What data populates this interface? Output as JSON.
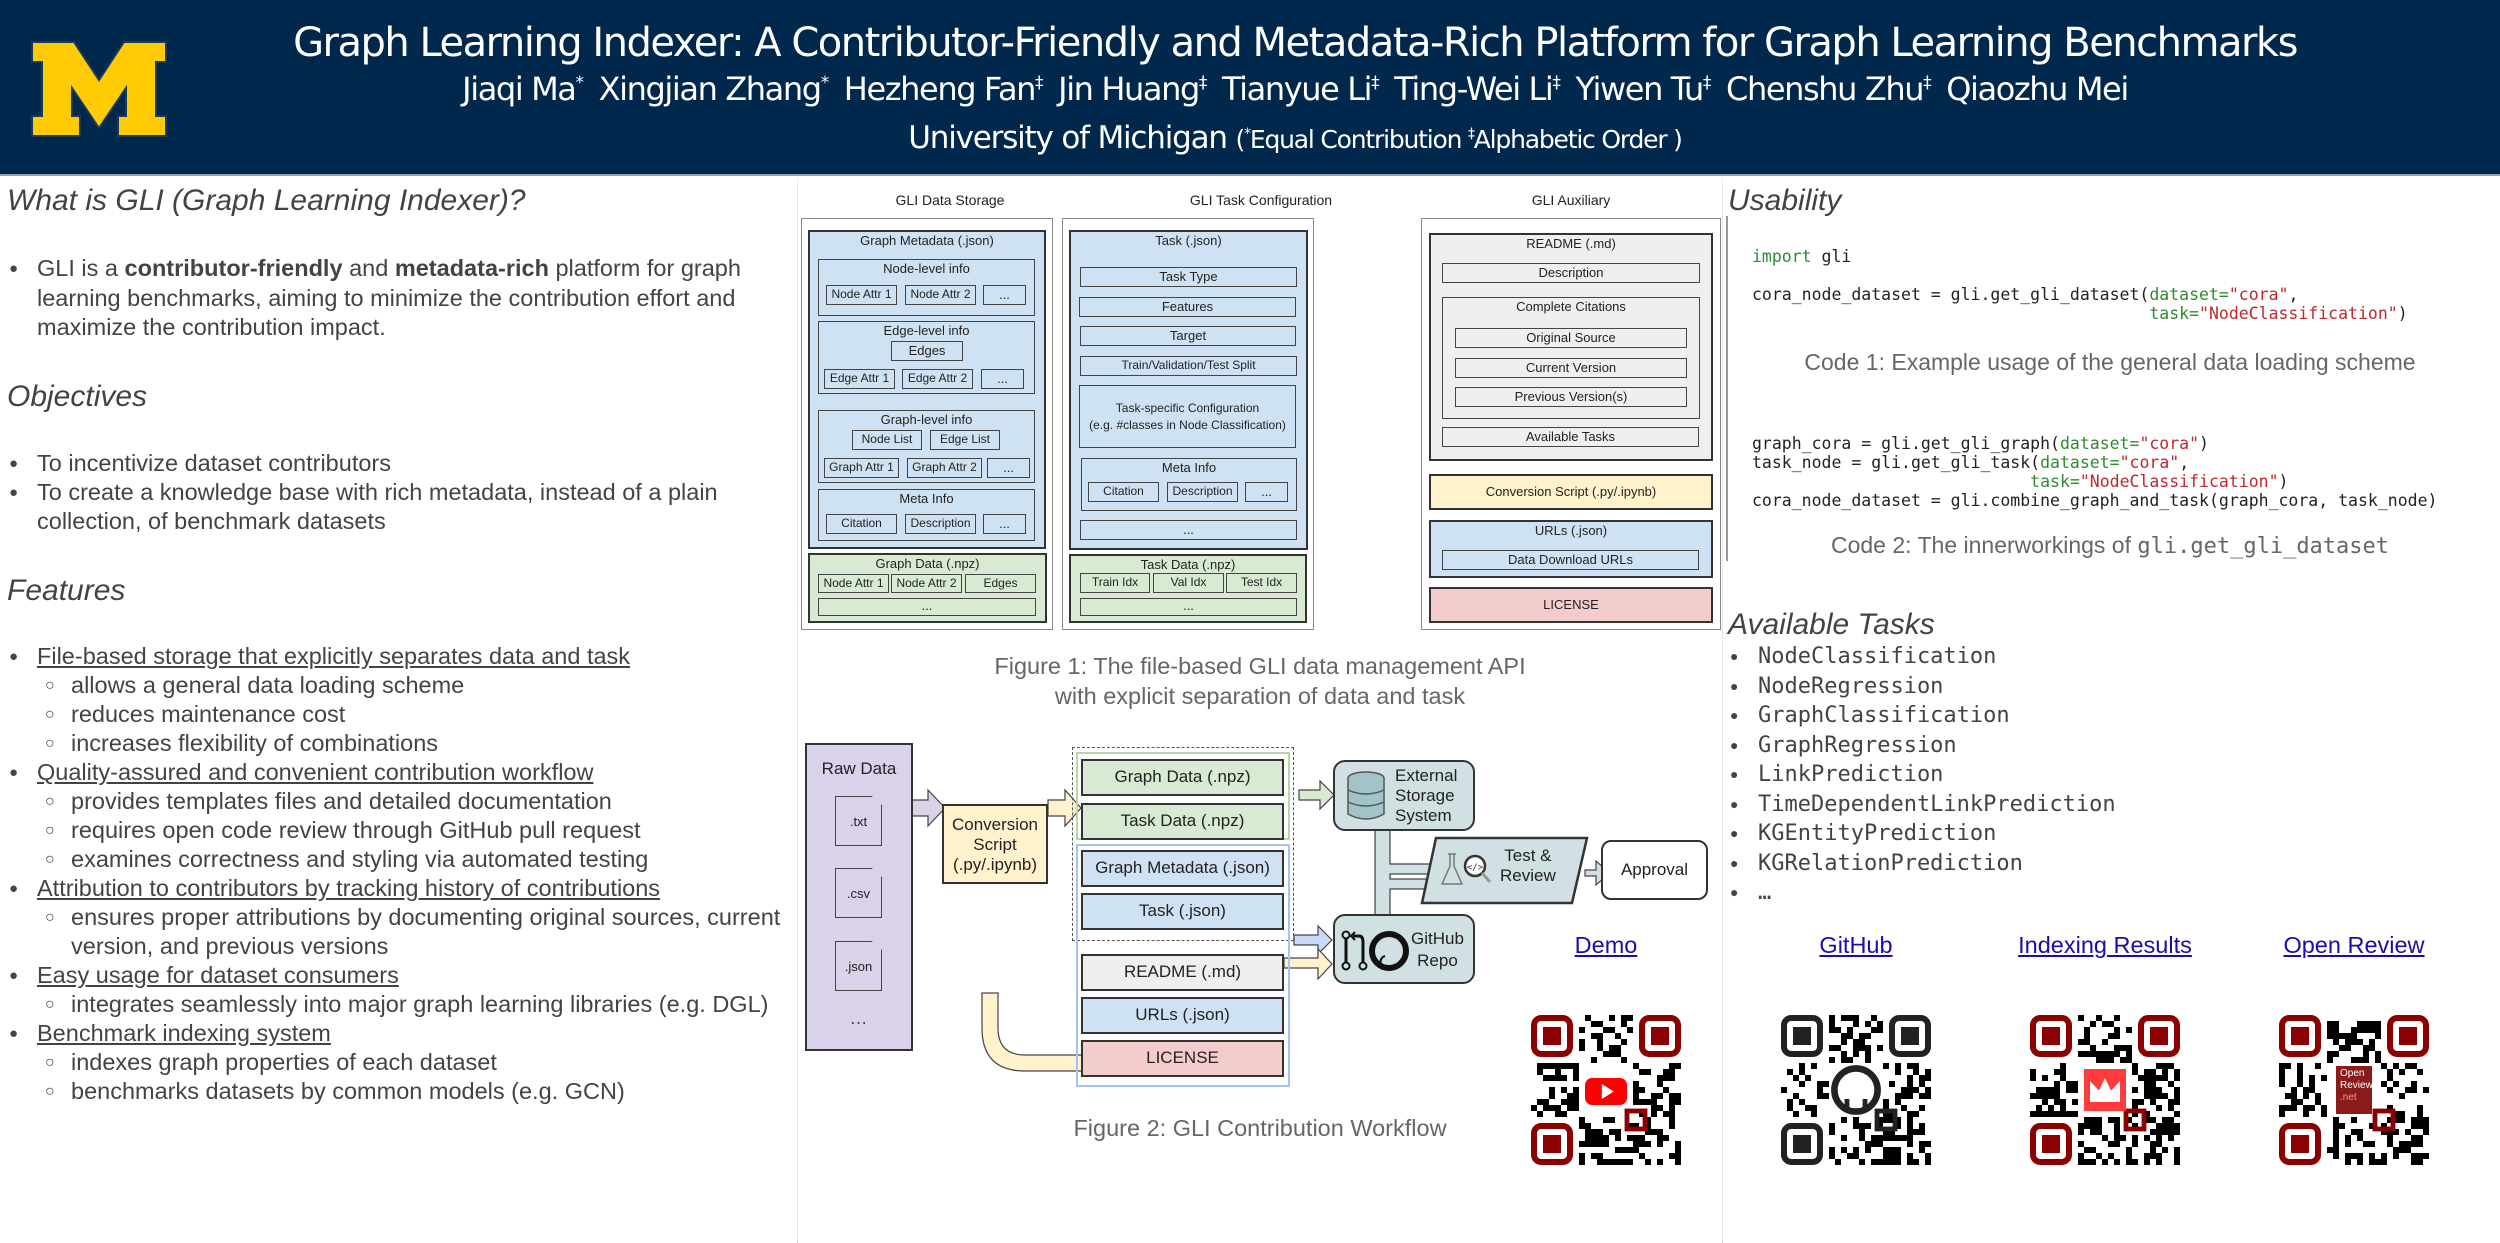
{
  "header": {
    "logo": "university-of-michigan-block-m",
    "title": "Graph Learning Indexer: A Contributor-Friendly and Metadata-Rich Platform for Graph Learning Benchmarks",
    "authors": [
      {
        "name": "Jiaqi Ma",
        "mark": "*"
      },
      {
        "name": "Xingjian Zhang",
        "mark": "*"
      },
      {
        "name": "Hezheng Fan",
        "mark": "‡"
      },
      {
        "name": "Jin Huang",
        "mark": "‡"
      },
      {
        "name": "Tianyue Li",
        "mark": "‡"
      },
      {
        "name": "Ting-Wei Li",
        "mark": "‡"
      },
      {
        "name": "Yiwen Tu",
        "mark": "‡"
      },
      {
        "name": "Chenshu Zhu",
        "mark": "‡"
      },
      {
        "name": "Qiaozhu Mei",
        "mark": ""
      }
    ],
    "affiliation": "University of Michigan",
    "note_open": "(",
    "note_star": "*",
    "note_equal": "Equal Contribution ",
    "note_dagger": "‡",
    "note_alpha": "Alphabetic Order )",
    "colors": {
      "background": "#00274c",
      "maize": "#ffcb05"
    }
  },
  "left": {
    "what_heading": "What is GLI (Graph Learning Indexer)?",
    "what_pre": "GLI is a ",
    "what_bold1": "contributor-friendly",
    "what_mid": " and ",
    "what_bold2": "metadata-rich",
    "what_post": " platform for graph learning benchmarks, aiming to minimize the contribution effort and maximize the contribution impact.",
    "objectives_heading": "Objectives",
    "objectives": [
      "To incentivize dataset contributors",
      "To create a knowledge base with rich metadata, instead of a plain collection, of benchmark datasets"
    ],
    "features_heading": "Features",
    "features": [
      {
        "title": "File-based storage that explicitly separates data and task",
        "subs": [
          "allows a general data loading scheme",
          "reduces maintenance cost",
          "increases flexibility of combinations"
        ]
      },
      {
        "title": "Quality-assured and convenient contribution workflow",
        "subs": [
          "provides templates files and detailed documentation",
          "requires open code review through GitHub pull request",
          "examines correctness and styling via automated testing"
        ]
      },
      {
        "title": "Attribution to contributors by tracking history of contributions",
        "subs": [
          "ensures proper attributions by documenting original sources, current version, and previous versions"
        ]
      },
      {
        "title": "Easy usage for dataset consumers",
        "subs": [
          "integrates seamlessly into major graph learning libraries (e.g. DGL)"
        ]
      },
      {
        "title": "Benchmark indexing system",
        "subs": [
          "indexes graph properties of each dataset",
          "benchmarks datasets by common models (e.g. GCN)"
        ]
      }
    ]
  },
  "figure1": {
    "storage": {
      "title": "GLI Data Storage",
      "metadata": "Graph Metadata (.json)",
      "node_level": "Node-level info",
      "node_attr1": "Node Attr 1",
      "node_attr2": "Node Attr 2",
      "ellipsis": "...",
      "edge_level": "Edge-level info",
      "edges": "Edges",
      "edge_attr1": "Edge Attr 1",
      "edge_attr2": "Edge Attr 2",
      "graph_level": "Graph-level info",
      "node_list": "Node List",
      "edge_list": "Edge List",
      "graph_attr1": "Graph Attr 1",
      "graph_attr2": "Graph Attr 2",
      "meta_info": "Meta Info",
      "citation": "Citation",
      "description": "Description",
      "graph_data": "Graph Data (.npz)",
      "gd_node_attr1": "Node Attr 1",
      "gd_node_attr2": "Node Attr 2",
      "gd_edges": "Edges"
    },
    "task": {
      "title": "GLI Task Configuration",
      "task_json": "Task (.json)",
      "task_type": "Task Type",
      "features": "Features",
      "target": "Target",
      "split": "Train/Validation/Test Split",
      "specific_1": "Task-specific Configuration",
      "specific_2": "(e.g. #classes in Node Classification)",
      "meta_info": "Meta Info",
      "citation": "Citation",
      "description": "Description",
      "ellipsis": "...",
      "task_data": "Task Data (.npz)",
      "train_idx": "Train Idx",
      "val_idx": "Val Idx",
      "test_idx": "Test Idx"
    },
    "aux": {
      "title": "GLI Auxiliary",
      "readme": "README (.md)",
      "description": "Description",
      "citations": "Complete Citations",
      "original": "Original Source",
      "current": "Current Version",
      "previous": "Previous Version(s)",
      "tasks": "Available Tasks",
      "script": "Conversion Script (.py/.ipynb)",
      "urls": "URLs (.json)",
      "download": "Data Download URLs",
      "license": "LICENSE"
    },
    "caption_1": "Figure 1: The file-based GLI data management API",
    "caption_2": "with explicit separation of data and task"
  },
  "figure2": {
    "raw_data": "Raw Data",
    "files": [
      ".txt",
      ".csv",
      ".json",
      "…"
    ],
    "conversion_1": "Conversion",
    "conversion_2": "Script",
    "conversion_3": "(.py/.ipynb)",
    "outputs": [
      {
        "label": "Graph Data (.npz)",
        "color": "#d9ead3"
      },
      {
        "label": "Task Data (.npz)",
        "color": "#d9ead3"
      },
      {
        "label": "Graph Metadata (.json)",
        "color": "#cfe2f3"
      },
      {
        "label": "Task (.json)",
        "color": "#cfe2f3"
      },
      {
        "label": "README (.md)",
        "color": "#efefef"
      },
      {
        "label": "URLs (.json)",
        "color": "#cfe2f3"
      },
      {
        "label": "LICENSE",
        "color": "#f4cccc"
      }
    ],
    "external_1": "External",
    "external_2": "Storage",
    "external_3": "System",
    "test_1": "Test &",
    "test_2": "Review",
    "approval": "Approval",
    "github_1": "GitHub",
    "github_2": "Repo",
    "caption": "Figure 2: GLI Contribution Workflow"
  },
  "right": {
    "usability_heading": "Usability",
    "code1": {
      "import_kw": "import",
      "import_mod": " gli",
      "line2_pre": "cora_node_dataset = gli.get_gli_dataset(",
      "dataset_kw": "dataset=",
      "cora": "\"cora\"",
      "comma": ",",
      "indent": "                                        ",
      "task_kw": "task=",
      "nodecls": "\"NodeClassification\"",
      "close": ")"
    },
    "code1_caption": "Code 1: Example usage of the general data loading scheme",
    "code2": {
      "l1_pre": "graph_cora = gli.get_gli_graph(",
      "l2_pre": "task_node = gli.get_gli_task(",
      "l3_indent": "                            ",
      "l4": "cora_node_dataset = gli.combine_graph_and_task(graph_cora, task_node)"
    },
    "code2_caption_pre": "Code 2: The innerworkings of ",
    "code2_caption_code": "gli.get_gli_dataset",
    "tasks_heading": "Available Tasks",
    "tasks": [
      "NodeClassification",
      "NodeRegression",
      "GraphClassification",
      "GraphRegression",
      "LinkPrediction",
      "TimeDependentLinkPrediction",
      "KGEntityPrediction",
      "KGRelationPrediction",
      "…"
    ],
    "links": [
      {
        "label": "Demo",
        "icon": "youtube-icon",
        "accent": "#8b0000"
      },
      {
        "label": "GitHub",
        "icon": "github-icon",
        "accent": "#222222"
      },
      {
        "label": "Indexing Results",
        "icon": "crown-app-icon",
        "accent": "#8b0000"
      },
      {
        "label": "Open Review",
        "icon": "openreview-icon",
        "accent": "#8b0000"
      }
    ],
    "openreview_badge": [
      "Open",
      "Review",
      ".net"
    ]
  }
}
